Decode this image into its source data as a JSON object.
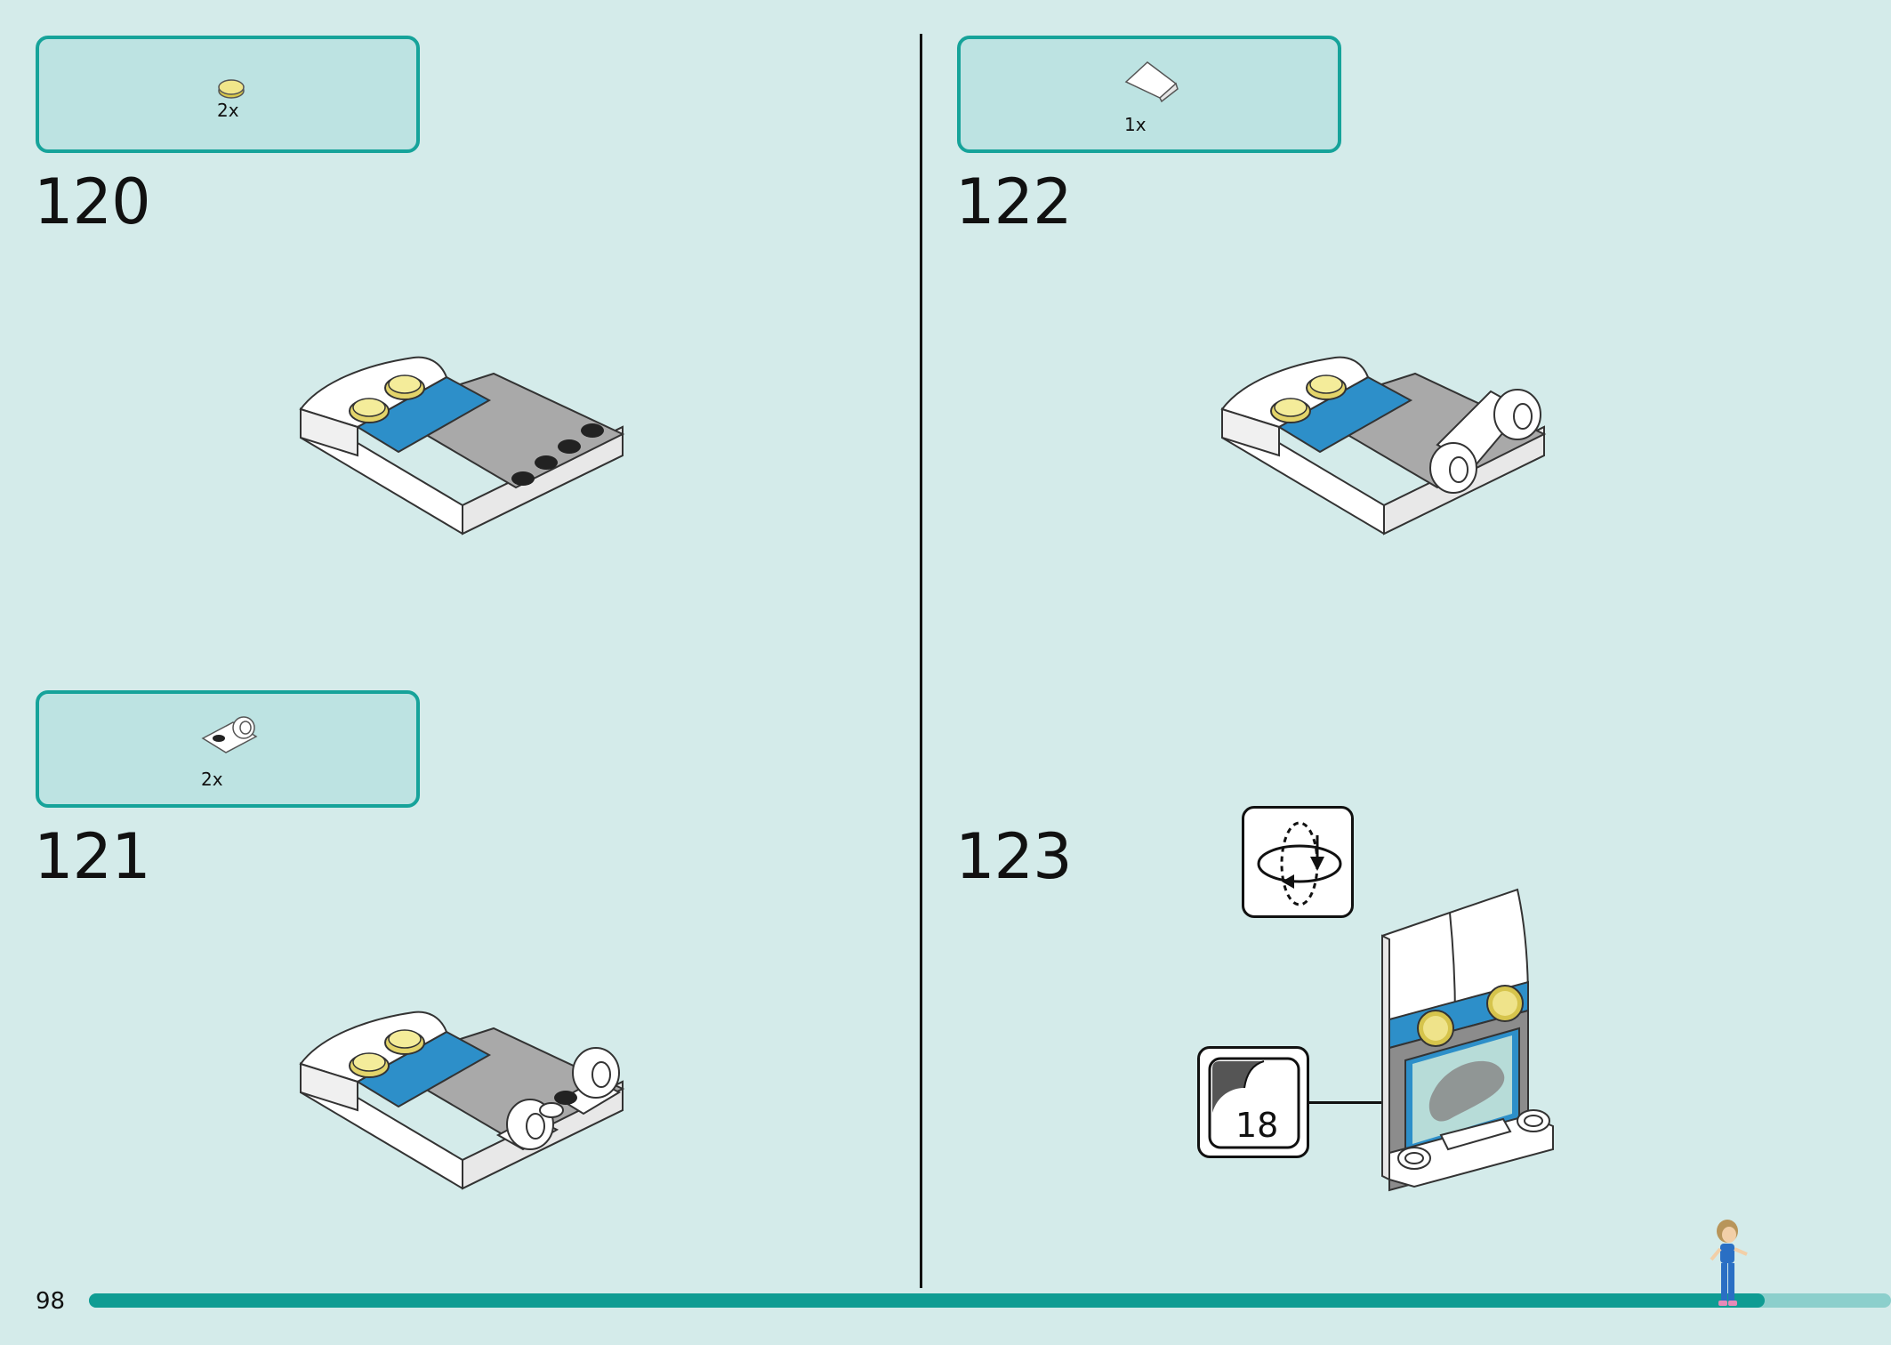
{
  "steps": [
    {
      "number": "120",
      "parts_qty": "2x",
      "part": "yellow-round-tile"
    },
    {
      "number": "121",
      "parts_qty": "2x",
      "part": "white-plate-with-clip"
    },
    {
      "number": "122",
      "parts_qty": "1x",
      "part": "white-slope"
    },
    {
      "number": "123",
      "sticker_number": "18",
      "icon": "rotate-model-icon"
    }
  ],
  "page": {
    "number": "98",
    "progress": 0.93
  },
  "colors": {
    "background": "#d4ebea",
    "accent": "#16a39a",
    "progress": "#0f9c93"
  }
}
